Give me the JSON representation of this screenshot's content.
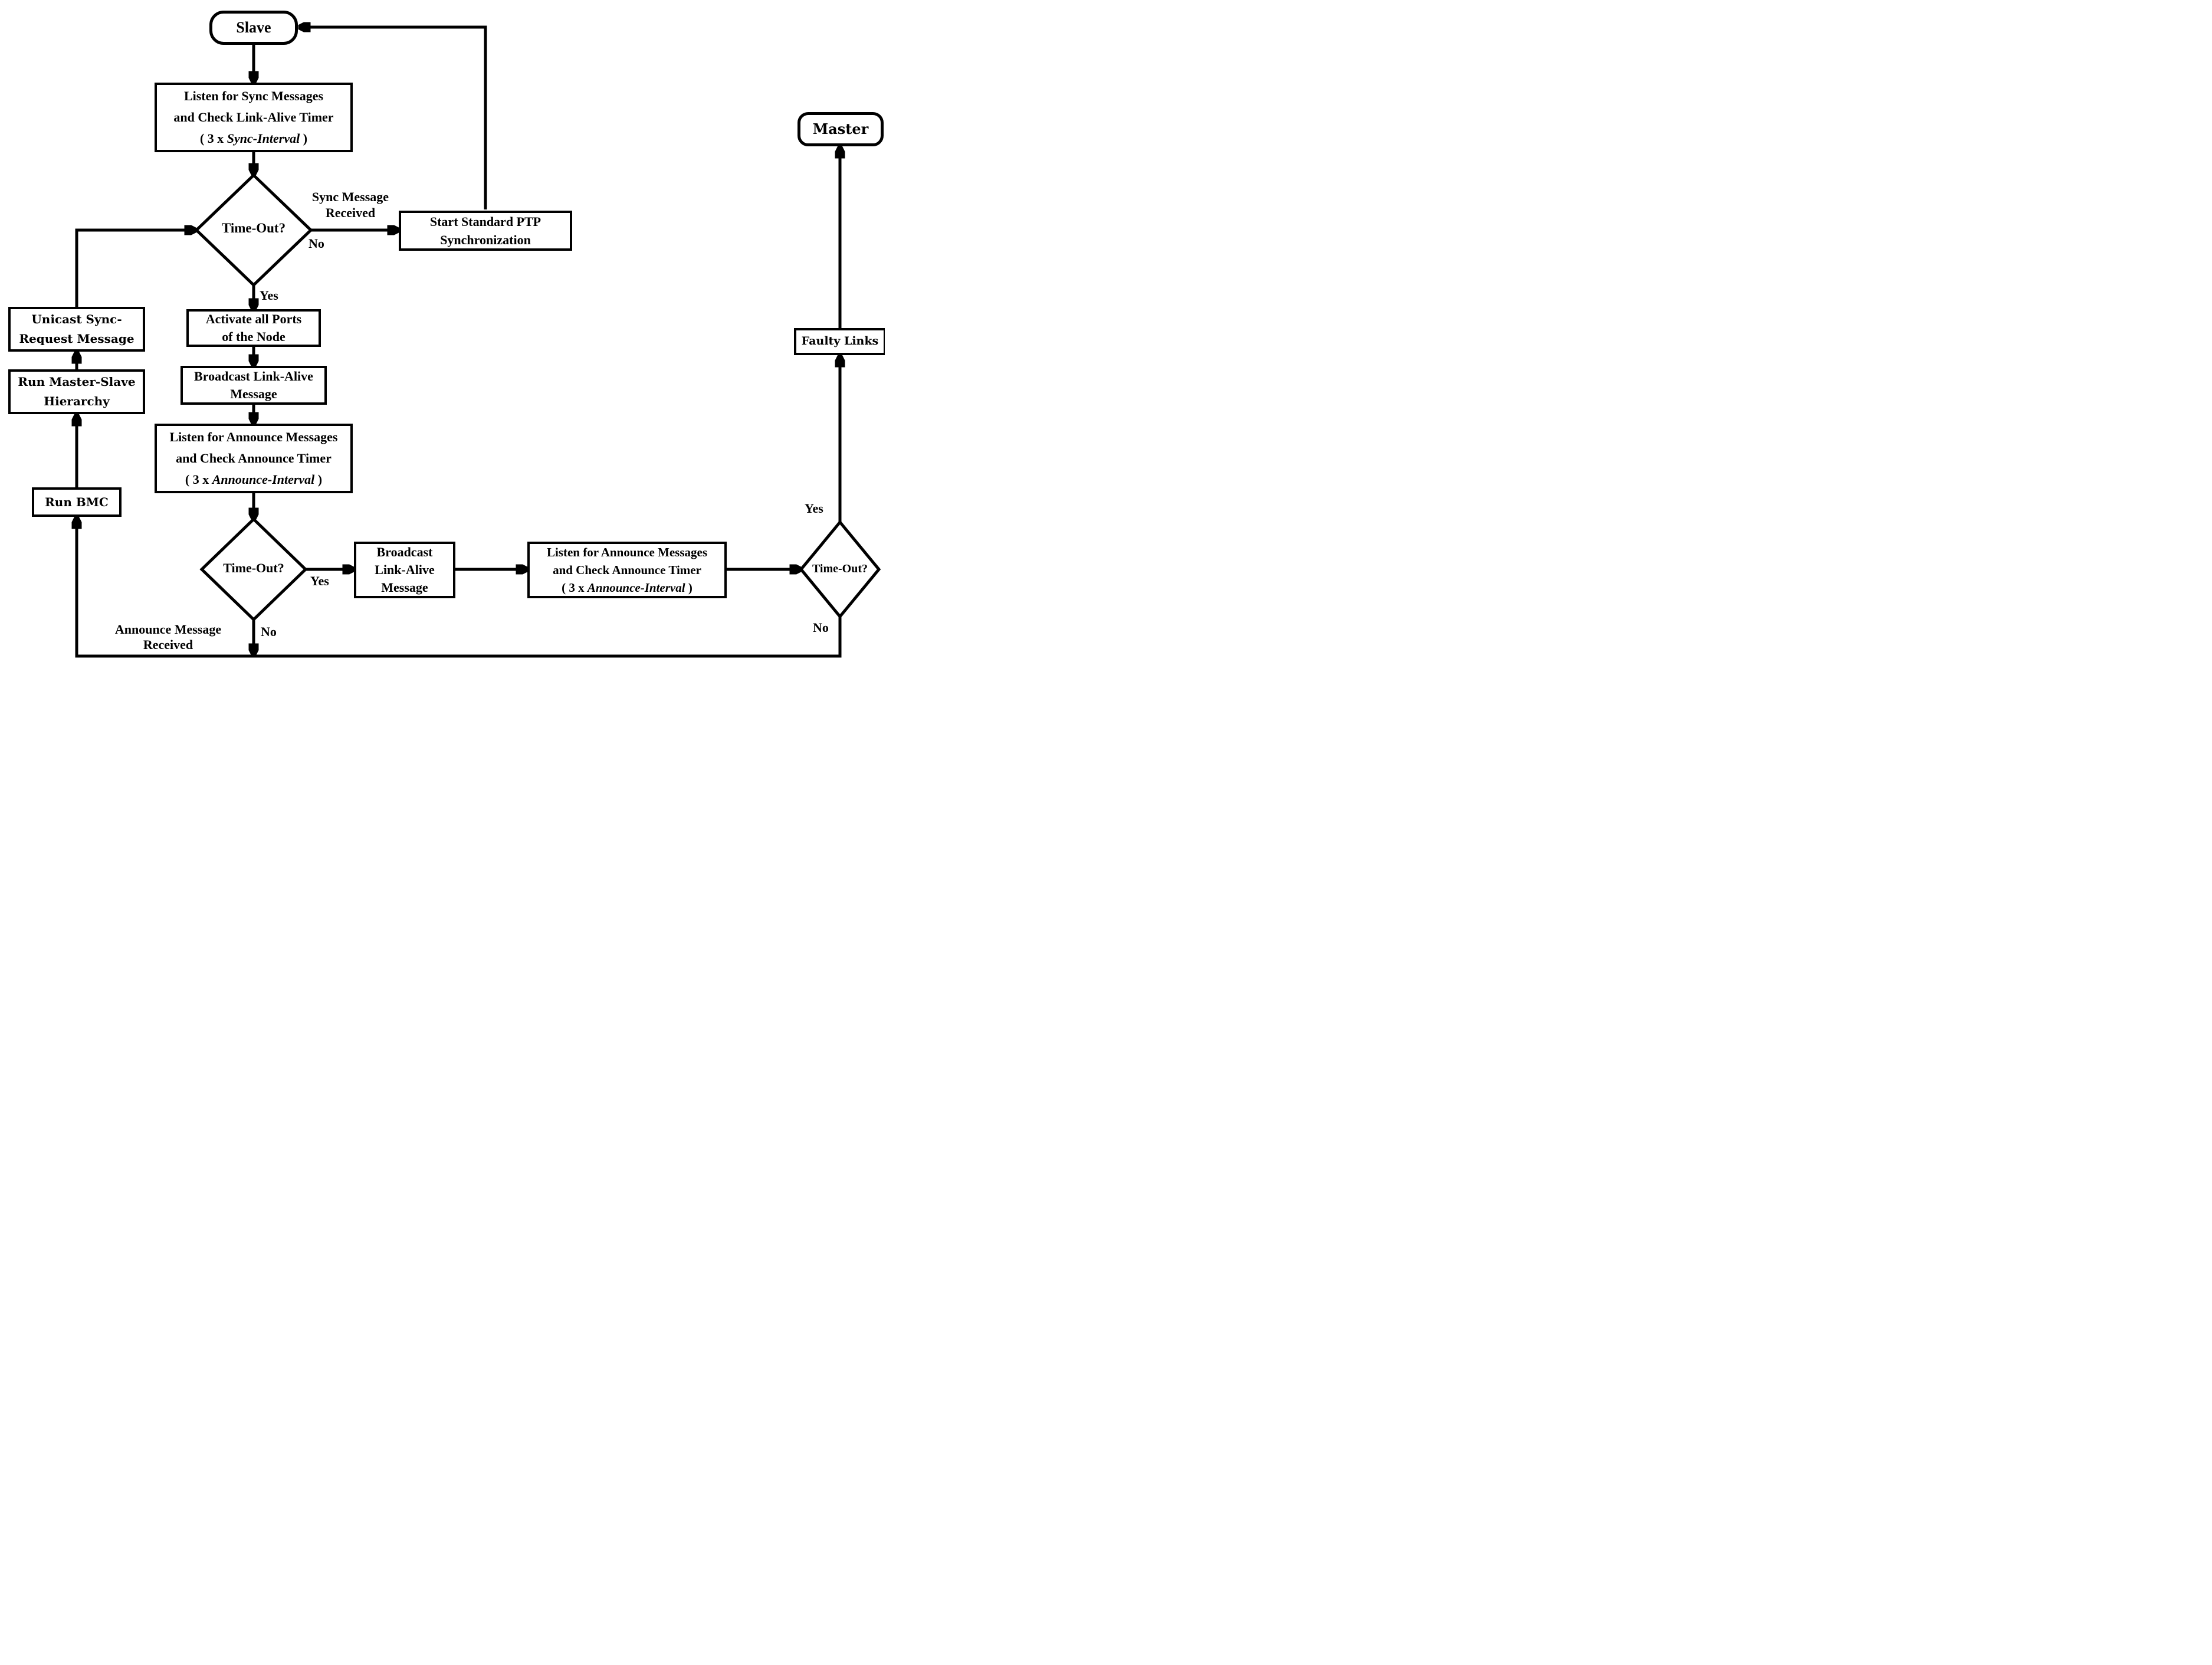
{
  "canvas": {
    "background": "#ffffff",
    "ink": "#000000"
  },
  "nodes": {
    "slave": {
      "label": "Slave"
    },
    "listen_sync": {
      "line1": "Listen for Sync Messages",
      "line2": "and Check Link-Alive Timer",
      "line3_prefix": "( 3 x ",
      "line3_italic": "Sync-Interval",
      "line3_suffix": " )"
    },
    "timeout1": {
      "label": "Time-Out?"
    },
    "start_ptp": {
      "line1": "Start Standard PTP",
      "line2": "Synchronization"
    },
    "activate_ports": {
      "line1": "Activate all Ports",
      "line2": "of the Node"
    },
    "broadcast_link_alive": {
      "line1": "Broadcast Link-Alive",
      "line2": "Message"
    },
    "listen_announce": {
      "line1": "Listen for Announce Messages",
      "line2": "and Check Announce Timer",
      "line3_prefix": "( 3 x ",
      "line3_italic": "Announce-Interval",
      "line3_suffix": " )"
    },
    "timeout2": {
      "label": "Time-Out?"
    },
    "broadcast_link_alive2": {
      "line1": "Broadcast",
      "line2": "Link-Alive",
      "line3": "Message"
    },
    "listen_announce2": {
      "line1": "Listen for Announce Messages",
      "line2": "and Check Announce Timer",
      "line3_prefix": "( 3 x ",
      "line3_italic": "Announce-Interval",
      "line3_suffix": " )"
    },
    "timeout3": {
      "label": "Time-Out?"
    },
    "faulty_links": {
      "label": "Faulty Links"
    },
    "master": {
      "label": "Master"
    },
    "unicast_sync_request": {
      "line1": "Unicast Sync-",
      "line2": "Request Message"
    },
    "run_master_slave": {
      "line1": "Run Master-Slave",
      "line2": "Hierarchy"
    },
    "run_bmc": {
      "label": "Run BMC"
    }
  },
  "edge_labels": {
    "sync_message_received_line1": "Sync Message",
    "sync_message_received_line2": "Received",
    "timeout1_no": "No",
    "timeout1_yes": "Yes",
    "timeout2_yes": "Yes",
    "timeout2_no": "No",
    "timeout3_yes": "Yes",
    "timeout3_no": "No",
    "announce_message_received_line1": "Announce Message",
    "announce_message_received_line2": "Received"
  }
}
